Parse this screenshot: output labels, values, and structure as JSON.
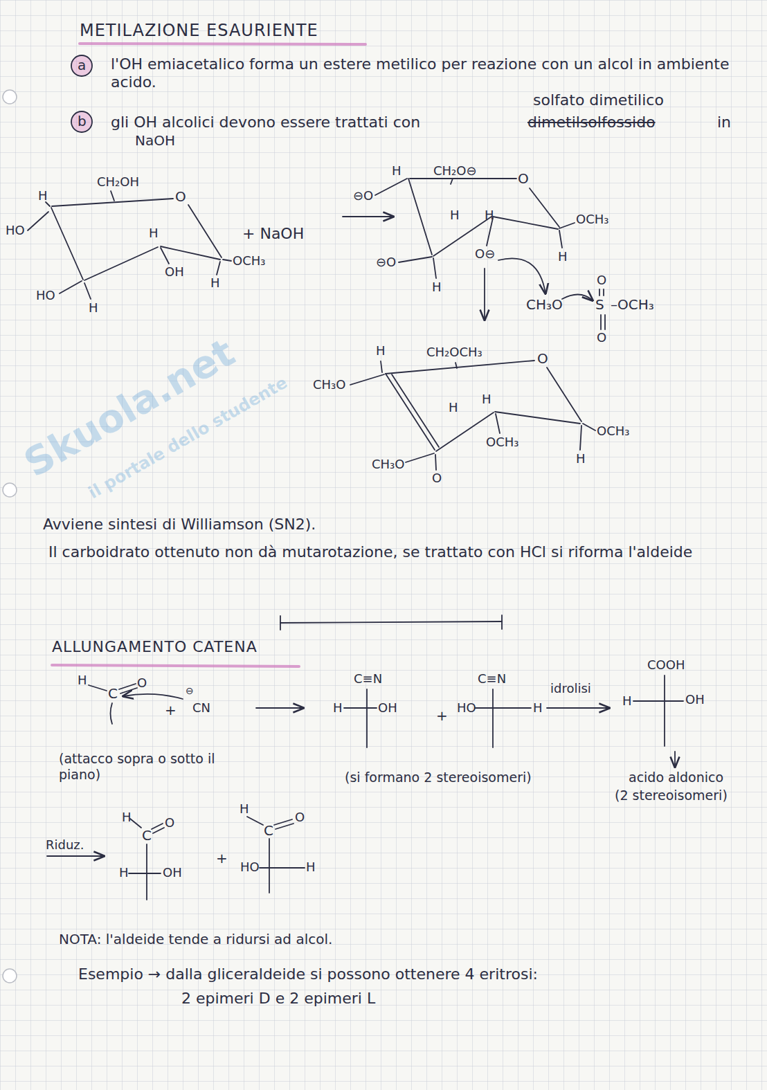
{
  "diagram": {
    "title": "METILAZIONE ESAURIENTE",
    "labels": [
      "a",
      "l'OH emiacetalico forma un estere metilico per reazione con un alcol in ambiente acido.",
      "b",
      "solfato dimetilico",
      "gli OH alcolici devono essere trattati con",
      "dimetilsolfossido",
      "in",
      "NaOH",
      "H",
      "CH₂OH",
      "O",
      "HO",
      "H",
      "OH",
      "OCH₃",
      "HO",
      "H",
      "H",
      "+ NaOH",
      "H",
      "CH₂O⊖",
      "⊖O",
      "O",
      "H",
      "H",
      "OCH₃",
      "H",
      "⊖O",
      "O⊖",
      "H",
      "CH₃O",
      "S",
      "O",
      "O",
      "–OCH₃",
      "H",
      "CH₂OCH₃",
      "O",
      "CH₃O",
      "H",
      "H",
      "OCH₃",
      "OCH₃",
      "H",
      "CH₃O",
      "O",
      "Avviene sintesi di Williamson (SN2).",
      "Il carboidrato ottenuto non dà mutarotazione, se trattato con HCl si riforma l'aldeide",
      "ALLUNGAMENTO CATENA",
      "H",
      "C",
      "O",
      "+",
      "⊖",
      "CN",
      "C≡N",
      "H",
      "OH",
      "+",
      "HO",
      "C≡N",
      "H",
      "idrolisi",
      "COOH",
      "H",
      "OH",
      "(attacco sopra o sotto il piano)",
      "(si formano 2 stereoisomeri)",
      "acido aldonico",
      "(2 stereoisomeri)",
      "Riduz.",
      "H",
      "C",
      "O",
      "H",
      "OH",
      "+",
      "H",
      "C",
      "O",
      "HO",
      "H",
      "NOTA: l'aldeide tende a ridursi ad alcol.",
      "Esempio → dalla gliceraldeide si possono ottenere 4 eritrosi:",
      "2 epimeri D e 2 epimeri L",
      "Skuola.net",
      "il portale dello studente"
    ]
  }
}
